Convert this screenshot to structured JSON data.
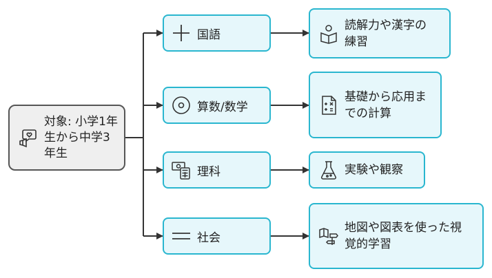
{
  "root": {
    "label": "対象: 小学1年生から中学3年生",
    "icon": "heart-speech-megaphone-icon"
  },
  "subjects": [
    {
      "label": "国語",
      "icon": "plus-icon",
      "detail": "読解力や漢字の練習",
      "detail_icon": "reader-book-icon"
    },
    {
      "label": "算数/数学",
      "icon": "target-icon",
      "detail": "基礎から応用までの計算",
      "detail_icon": "calculation-document-icon"
    },
    {
      "label": "理科",
      "icon": "money-calculator-icon",
      "detail": "実験や観察",
      "detail_icon": "flask-icon"
    },
    {
      "label": "社会",
      "icon": "double-line-icon",
      "detail": "地図や図表を使った視覚的学習",
      "detail_icon": "book-signpost-icon"
    }
  ],
  "colors": {
    "node_border": "#29b6cf",
    "node_fill": "#e6f7fb",
    "root_border": "#555555",
    "root_fill": "#efefef",
    "connector": "#333333"
  }
}
